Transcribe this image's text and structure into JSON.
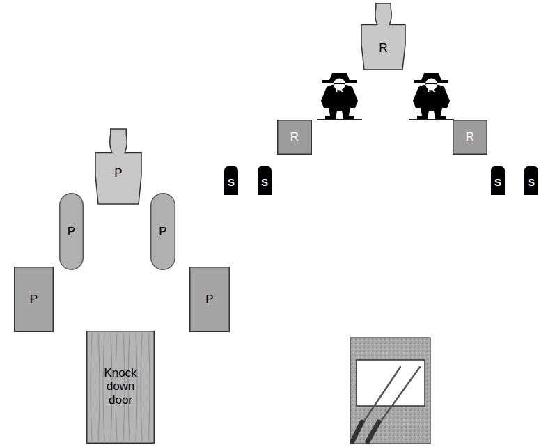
{
  "diagram": {
    "nodes": [
      {
        "text": [
          "R"
        ]
      },
      {
        "text": [
          "R"
        ]
      },
      {
        "text": [
          "R"
        ]
      },
      {
        "text": [
          "R"
        ]
      },
      {
        "text": [
          "R"
        ]
      },
      {
        "text": [
          "P"
        ]
      },
      {
        "text": [
          "S"
        ]
      },
      {
        "text": [
          "S"
        ]
      },
      {
        "text": [
          "S"
        ]
      },
      {
        "text": [
          "S"
        ]
      },
      {
        "text": [
          "P"
        ]
      },
      {
        "text": [
          "P"
        ]
      },
      {
        "text": [
          "P"
        ]
      },
      {
        "text": [
          "P"
        ]
      },
      {
        "text": [
          "Knock down door"
        ]
      }
    ]
  }
}
